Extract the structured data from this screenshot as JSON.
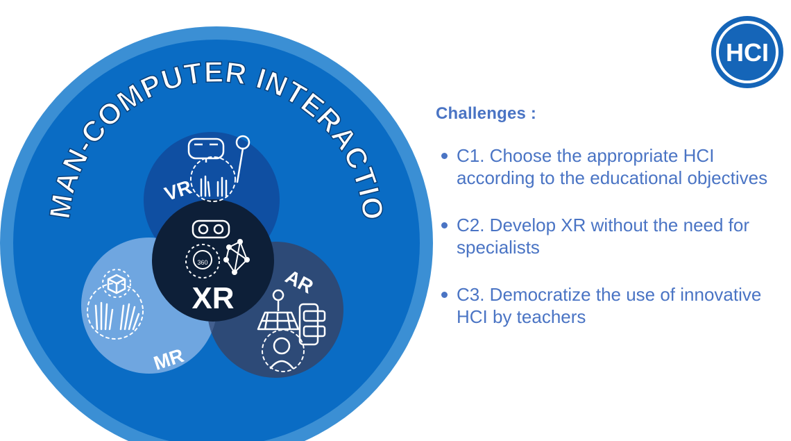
{
  "diagram": {
    "ring_text": "HUMAN-COMPUTER INTERACTIONS",
    "circles": {
      "vr": "VR",
      "ar": "AR",
      "mr": "MR",
      "xr": "XR",
      "xr_icon_text": "360"
    },
    "colors": {
      "outer_ring": "#3b8fd4",
      "main_circle": "#0a6cc4",
      "vr": "#0f4fa2",
      "ar": "#2d4a77",
      "mr": "#6fa6e0",
      "xr": "#0d1f38"
    },
    "icons": [
      "vr-headset-icon",
      "controller-icon",
      "hands-icon",
      "ar-map-icon",
      "ar-review-icon",
      "mr-cube-icon",
      "gloves-icon",
      "360-headset-icon",
      "network-icon"
    ]
  },
  "badge": {
    "label": "HCI",
    "color": "#1565b8"
  },
  "challenges": {
    "title": "Challenges :",
    "items": [
      "C1. Choose the appropriate HCI according to the educational objectives",
      "C2. Develop XR without the need for specialists",
      "C3. Democratize the use of innovative HCI by teachers"
    ]
  }
}
